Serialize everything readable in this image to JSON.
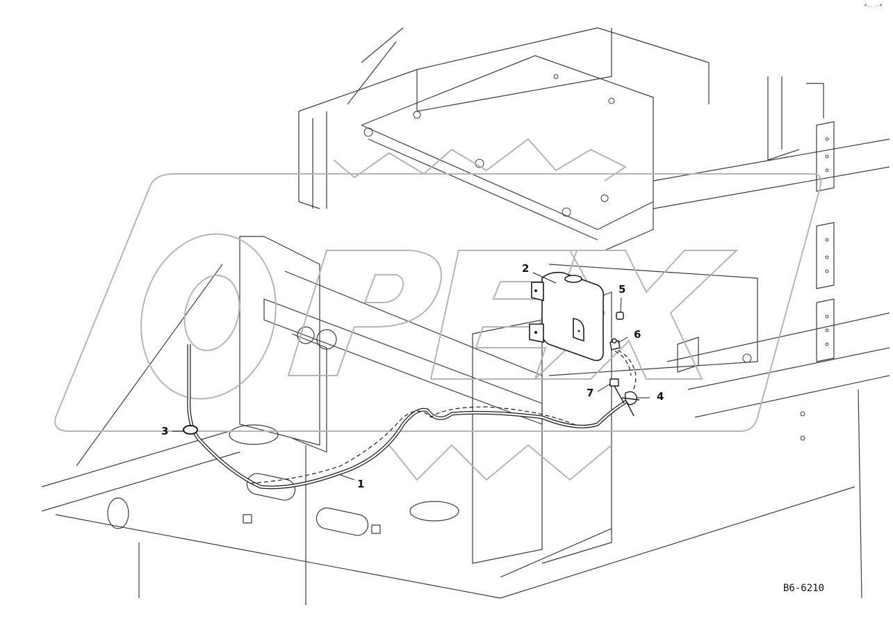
{
  "drawing": {
    "code": "B6-6210",
    "corner_mark": "e.. ..e"
  },
  "watermark": {
    "text": "OPEX"
  },
  "callouts": [
    {
      "id": "1",
      "label": "1"
    },
    {
      "id": "2",
      "label": "2"
    },
    {
      "id": "3",
      "label": "3"
    },
    {
      "id": "4",
      "label": "4"
    },
    {
      "id": "5",
      "label": "5"
    },
    {
      "id": "6",
      "label": "6"
    },
    {
      "id": "7",
      "label": "7"
    }
  ],
  "colors": {
    "line": "#1a1a1a",
    "watermark": "#b5b5b5",
    "background": "#ffffff"
  }
}
